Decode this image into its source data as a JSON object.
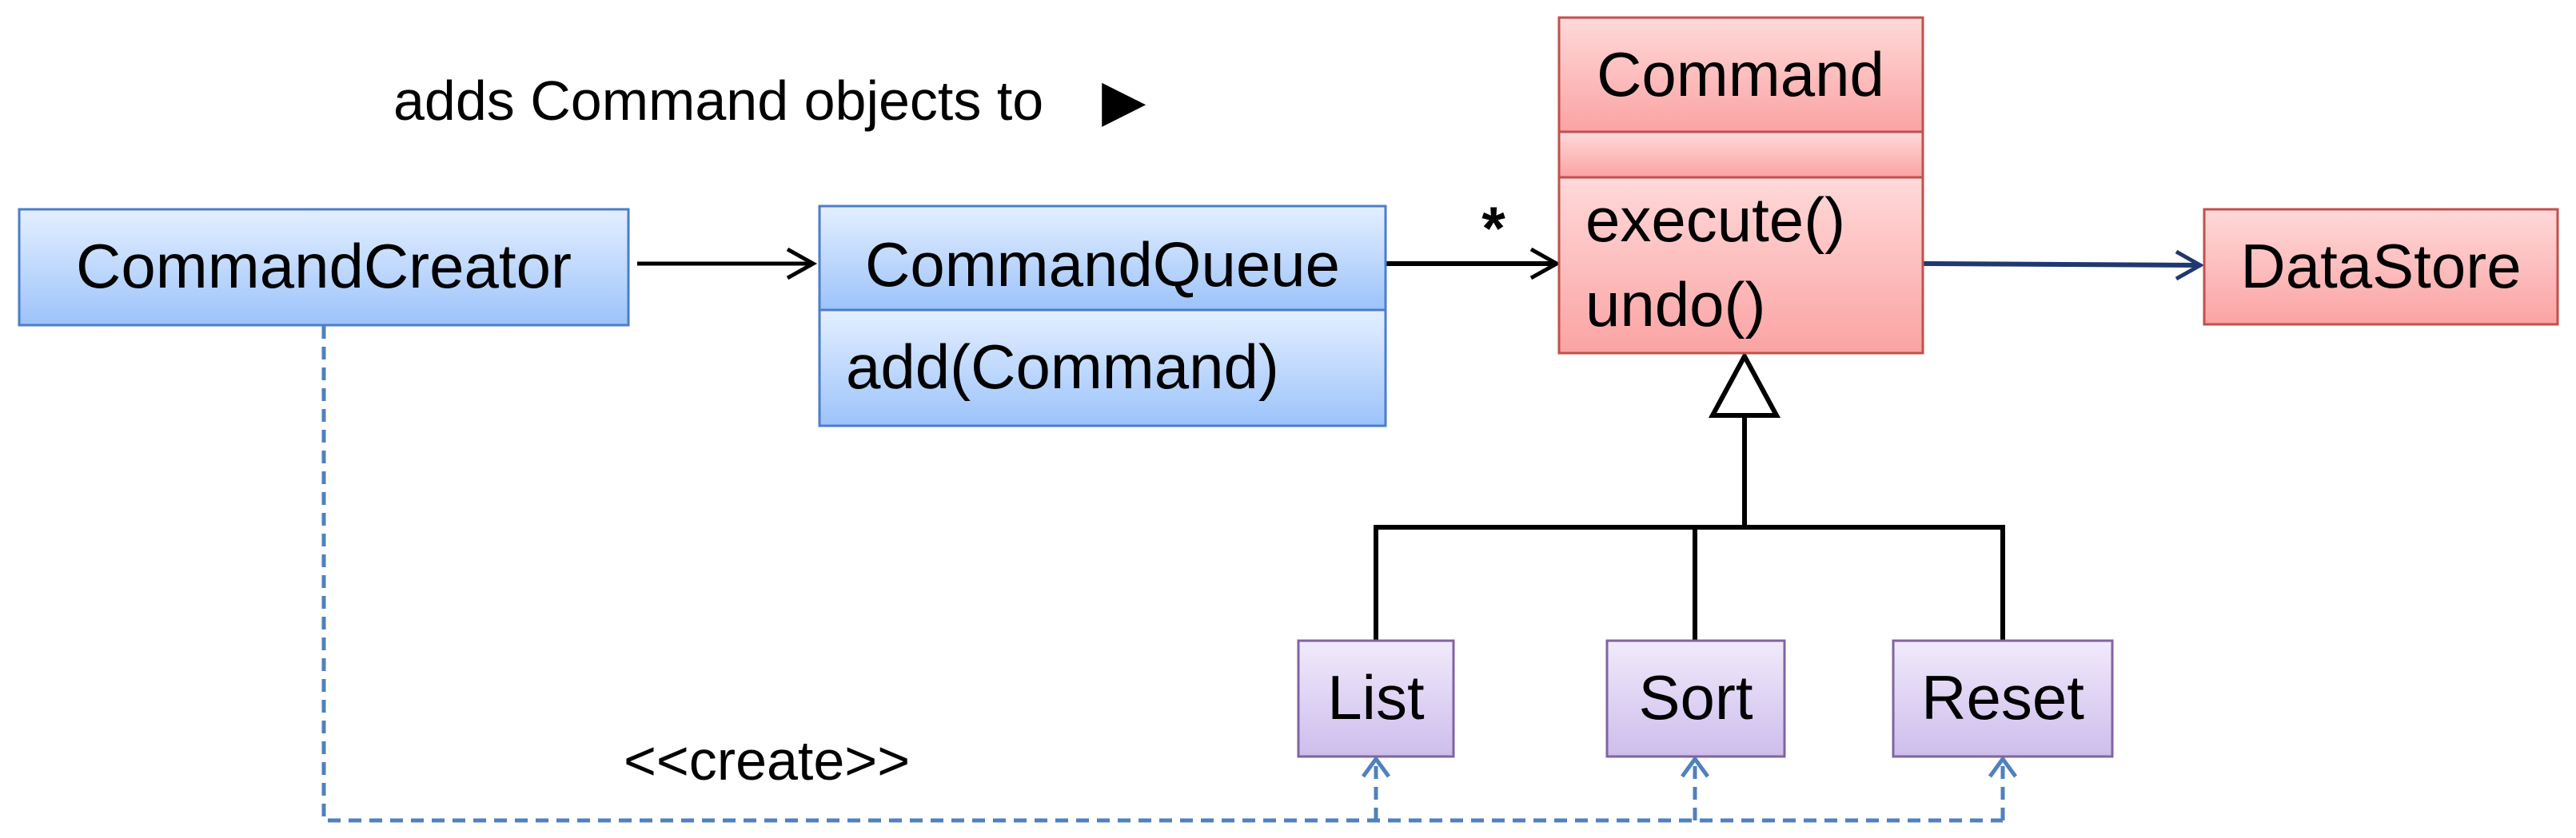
{
  "colors": {
    "blue_top": "#e4efff",
    "blue_bottom": "#9cc3fb",
    "blue_border": "#4a7ec8",
    "red_top": "#ffd9d9",
    "red_bottom": "#fba3a3",
    "red_border": "#c0504d",
    "purple_top": "#f1eafb",
    "purple_bottom": "#cdbdec",
    "purple_border": "#8064a2",
    "line_black": "#000000",
    "line_navy": "#1f3870",
    "dashed_blue": "#4f81bd"
  },
  "annotation": {
    "adds_label": "adds Command objects to",
    "arrow_glyph": "▶",
    "multiplicity": "*",
    "create_label": "<<create>>"
  },
  "classes": {
    "command_creator": {
      "name": "CommandCreator"
    },
    "command_queue": {
      "name": "CommandQueue",
      "methods": [
        "add(Command)"
      ]
    },
    "command": {
      "name": "Command",
      "attributes": [],
      "methods": [
        "execute()",
        "undo()"
      ]
    },
    "data_store": {
      "name": "DataStore"
    },
    "list": {
      "name": "List"
    },
    "sort": {
      "name": "Sort"
    },
    "reset": {
      "name": "Reset"
    }
  }
}
